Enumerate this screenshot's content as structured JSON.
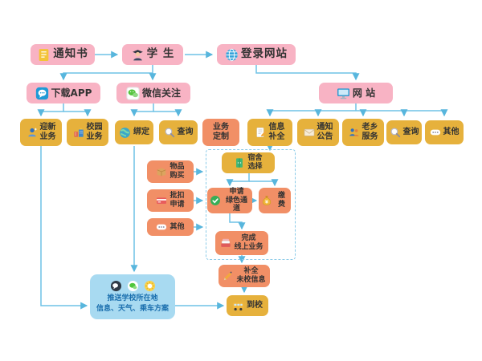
{
  "colors": {
    "node_pink": "#f8b3c4",
    "node_gold": "#e6b13c",
    "node_orange": "#f18f66",
    "panel_blue": "#a8daf1",
    "arrow_blue": "#6fc2e6",
    "dashed_border": "#8ccbe8"
  },
  "icons": {
    "notice": "document-icon",
    "student": "student-icon",
    "login": "globe-icon",
    "app": "app-icon",
    "wechat": "wechat-icon",
    "website": "monitor-icon",
    "welcome": "newcomer-icon",
    "campus": "campus-building-icon",
    "bind": "earth-icon",
    "query": "search-icon",
    "info": "form-pencil-icon",
    "announce": "envelope-icon",
    "fellow": "people-icon",
    "other": "dots-icon",
    "dorm": "dorm-cabinet-icon",
    "goods": "box-icon",
    "deduct": "bank-card-icon",
    "green_channel": "green-check-icon",
    "pay": "money-bag-icon",
    "complete": "stacked-cards-icon",
    "fill": "pencil-icon",
    "arrive": "school-bus-icon",
    "push": [
      "wechat-bubble-icon",
      "chat-bubble-icon",
      "weather-sun-icon"
    ]
  },
  "nodes": {
    "notice": {
      "label": "通知书"
    },
    "student": {
      "label": "学 生"
    },
    "login": {
      "label": "登录网站"
    },
    "app": {
      "label": "下载APP"
    },
    "wechat": {
      "label": "微信关注"
    },
    "website": {
      "label": "网 站"
    },
    "welcome": {
      "label": "迎新\n业务"
    },
    "campus": {
      "label": "校园\n业务"
    },
    "bind": {
      "label": "绑定"
    },
    "query_wechat": {
      "label": "查询"
    },
    "custom": {
      "label": "业务\n定制"
    },
    "info": {
      "label": "信息\n补全"
    },
    "announce": {
      "label": "通知\n公告"
    },
    "fellow": {
      "label": "老乡\n服务"
    },
    "query_web": {
      "label": "查询"
    },
    "other_web": {
      "label": "其他"
    },
    "dorm": {
      "label": "宿舍\n选择"
    },
    "goods": {
      "label": "物品\n购买"
    },
    "deduct": {
      "label": "批扣\n申请"
    },
    "other_left": {
      "label": "其他"
    },
    "green_channel": {
      "label": "申请\n绿色通道"
    },
    "pay": {
      "label": "缴费"
    },
    "complete": {
      "label": "完成\n线上业务"
    },
    "fill": {
      "label": "补全\n未校信息"
    },
    "arrive": {
      "label": "到校"
    },
    "push": {
      "label": "推送学校所在地\n信息、天气、乘车方案"
    }
  }
}
